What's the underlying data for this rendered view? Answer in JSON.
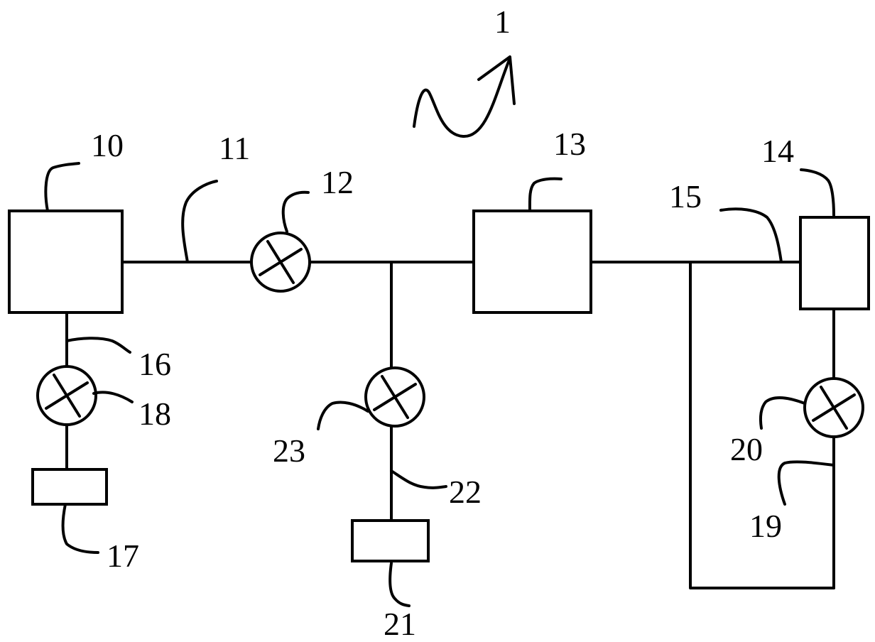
{
  "figure": {
    "ref_number": "1",
    "labels": {
      "l10": "10",
      "l11": "11",
      "l12": "12",
      "l13": "13",
      "l14": "14",
      "l15": "15",
      "l16": "16",
      "l17": "17",
      "l18": "18",
      "l19": "19",
      "l20": "20",
      "l21": "21",
      "l22": "22",
      "l23": "23"
    }
  }
}
